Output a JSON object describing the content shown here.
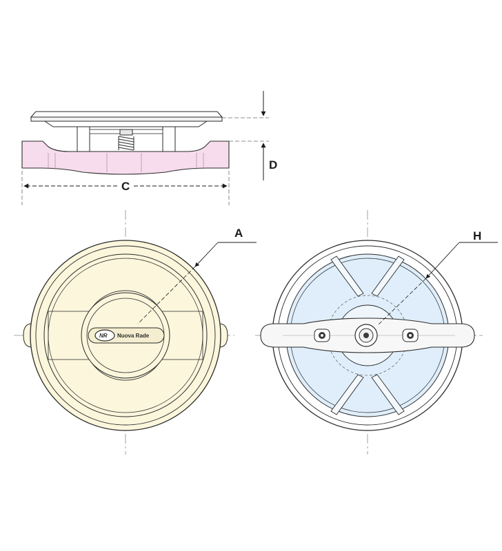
{
  "labels": {
    "dim_c": "C",
    "dim_d": "D",
    "callout_a": "A",
    "callout_h": "H"
  },
  "logo": {
    "mark": "NR",
    "brand_text": "Nuova Rade"
  },
  "colors": {
    "base_pink": "#f7dced",
    "cover_cream": "#fbf6dc",
    "glass_blue": "#dfeefa",
    "outline": "#2a2a2a",
    "centerline": "#8a8a8a"
  }
}
